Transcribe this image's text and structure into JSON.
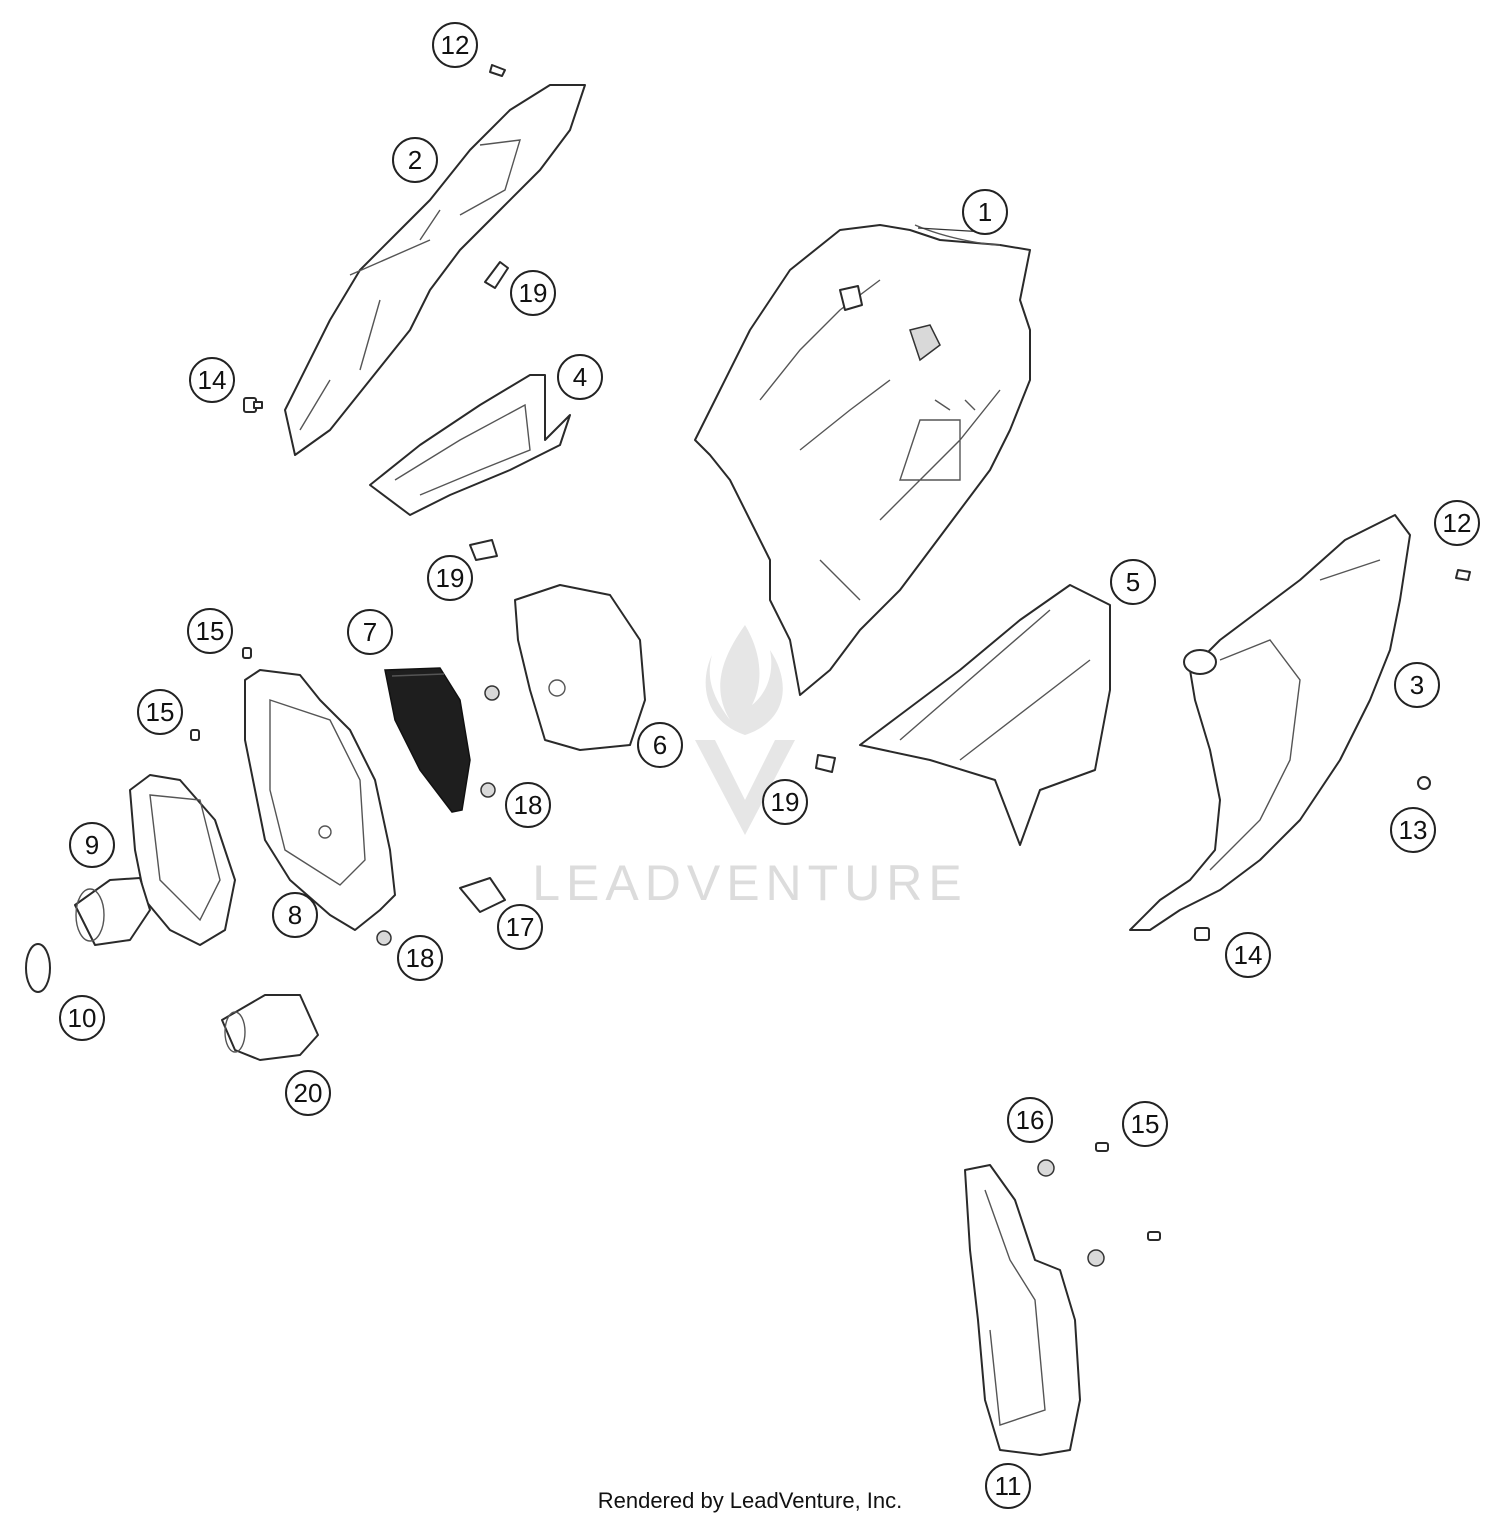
{
  "callouts": {
    "c1": "1",
    "c2": "2",
    "c3": "3",
    "c4": "4",
    "c5": "5",
    "c6": "6",
    "c7": "7",
    "c8": "8",
    "c9": "9",
    "c10": "10",
    "c11": "11",
    "c12a": "12",
    "c12b": "12",
    "c13": "13",
    "c14a": "14",
    "c14b": "14",
    "c15a": "15",
    "c15b": "15",
    "c15c": "15",
    "c16": "16",
    "c17": "17",
    "c18a": "18",
    "c18b": "18",
    "c19a": "19",
    "c19b": "19",
    "c19c": "19",
    "c20": "20"
  },
  "watermark": {
    "text": "LEADVENTURE"
  },
  "footer": {
    "credit": "Rendered by LeadVenture, Inc."
  },
  "colors": {
    "line": "#2a2a2a",
    "filter_mesh": "#1e1e1e",
    "watermark": "#dcdcdc"
  }
}
